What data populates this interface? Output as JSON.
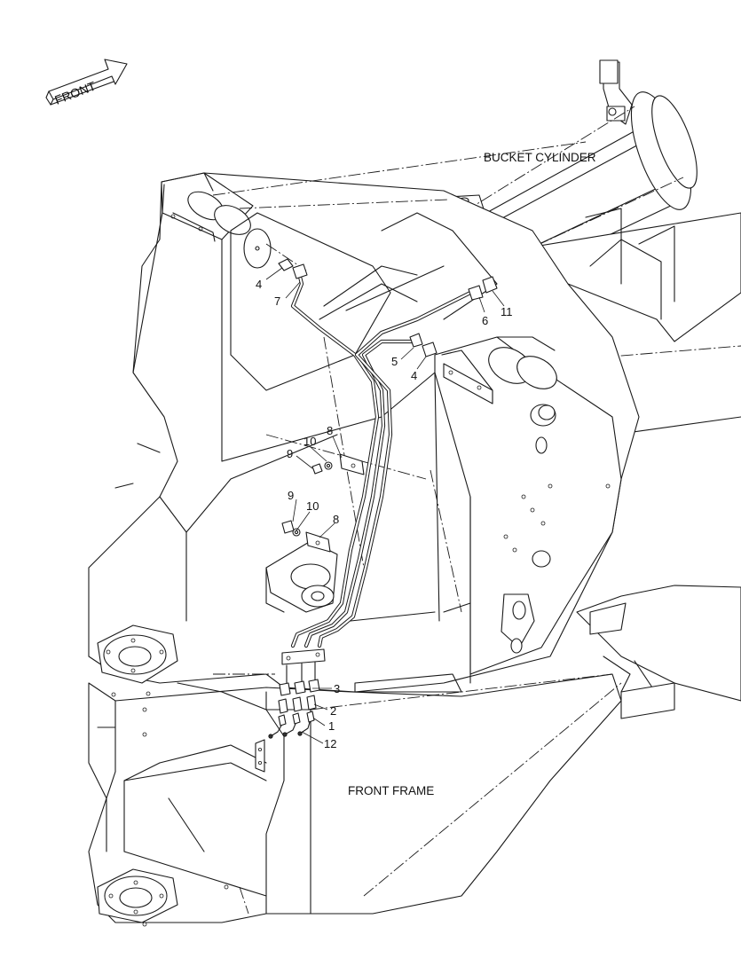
{
  "direction_arrow": {
    "text": "FRONT"
  },
  "component_labels": {
    "bucket_cylinder": "BUCKET CYLINDER",
    "front_frame": "FRONT FRAME"
  },
  "part_callouts": [
    "4",
    "7",
    "6",
    "11",
    "5",
    "4",
    "8",
    "10",
    "9",
    "9",
    "10",
    "8",
    "3",
    "2",
    "1",
    "12"
  ]
}
